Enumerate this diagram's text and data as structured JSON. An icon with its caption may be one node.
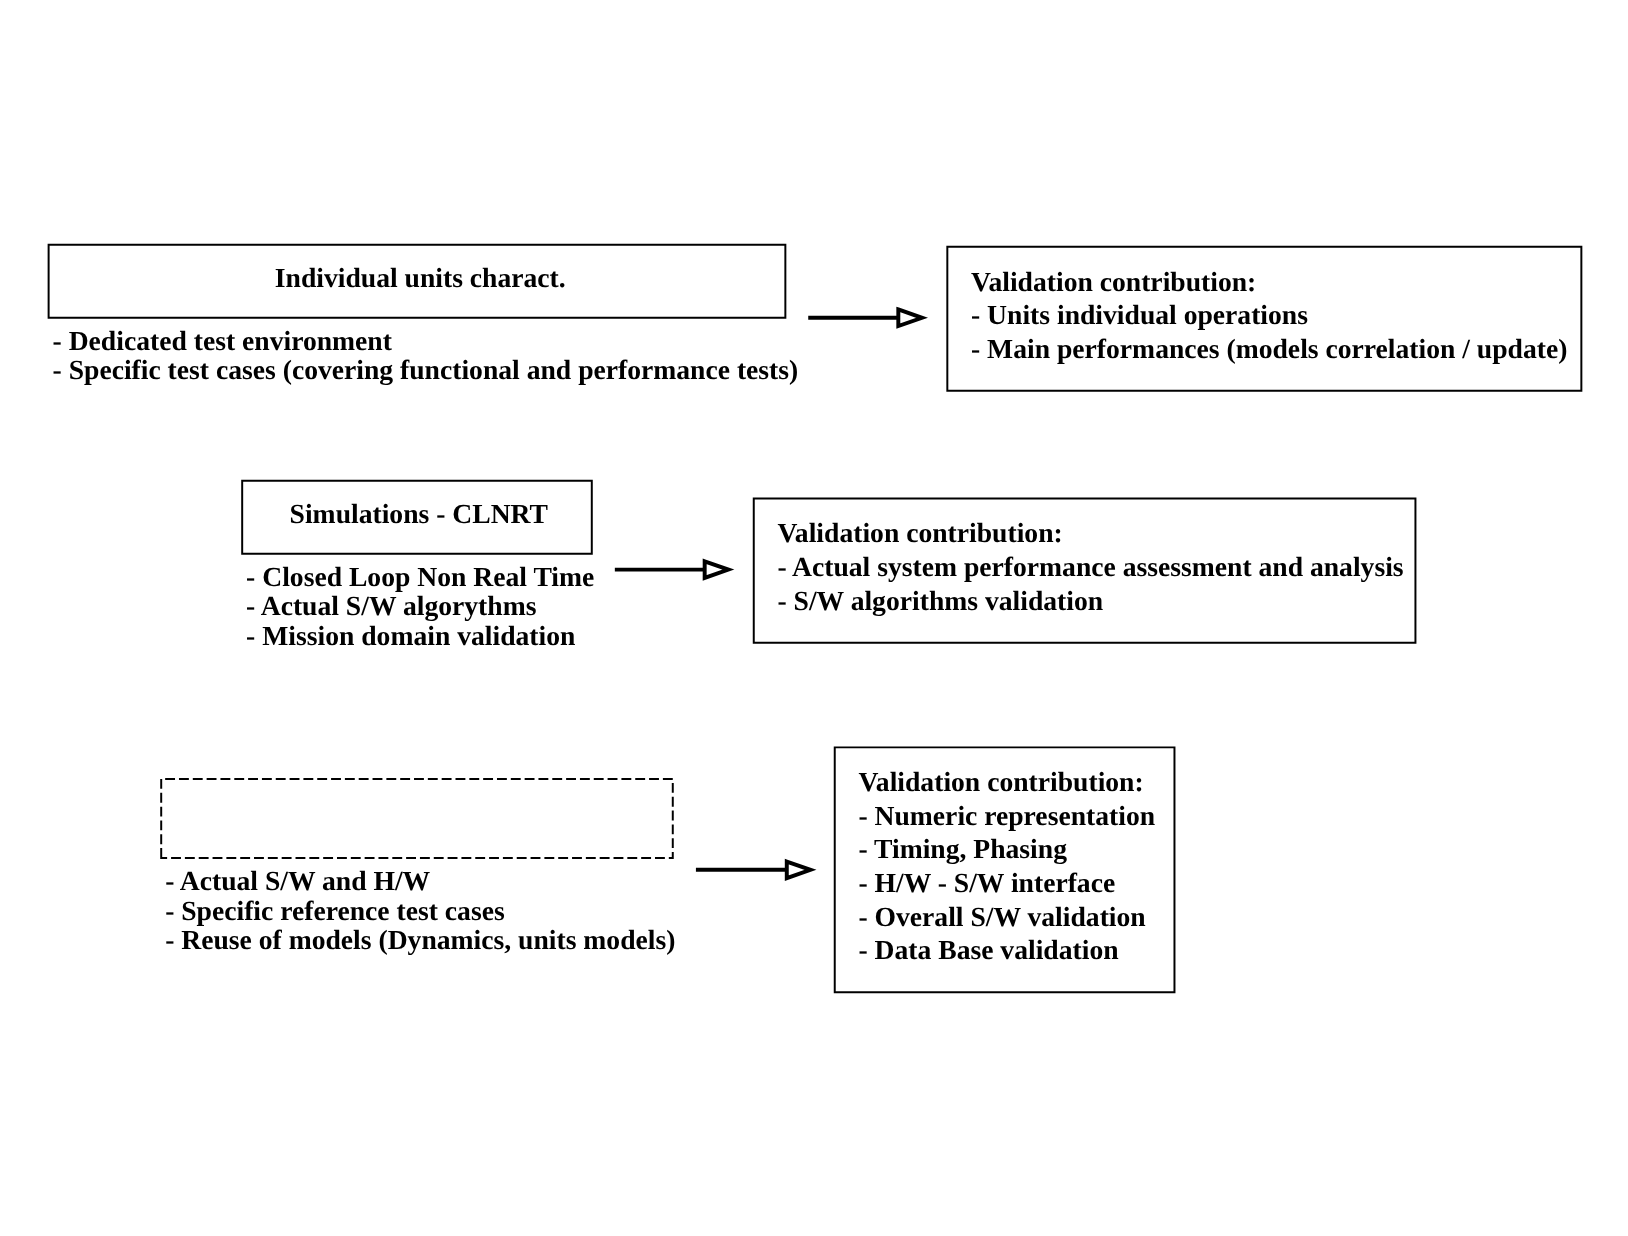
{
  "diagram": {
    "nodes": [
      {
        "text": [
          "Individual units charact."
        ],
        "beside": [
          "- Dedicated test environment",
          "- Specific test cases (covering functional and performance tests)"
        ]
      },
      {
        "text": [
          "Validation contribution:",
          "- Units individual operations",
          "- Main performances (models correlation / update)"
        ]
      },
      {
        "text": [
          "Simulations - CLNRT"
        ],
        "beside": [
          "- Closed Loop Non Real Time",
          "- Actual S/W algorythms",
          "- Mission domain validation"
        ]
      },
      {
        "text": [
          "Validation contribution:",
          "- Actual system performance assessment and analysis",
          "- S/W algorithms validation"
        ]
      },
      {
        "text": [],
        "shape": "box",
        "beside": [
          "- Actual S/W and H/W",
          "- Specific reference test cases",
          "- Reuse of models (Dynamics, units models)"
        ]
      },
      {
        "text": [
          "Validation contribution:",
          "- Numeric representation",
          "- Timing, Phasing",
          "- H/W - S/W interface",
          "- Overall S/W validation",
          "- Data Base validation"
        ]
      }
    ],
    "edges": [
      {
        "from": 0,
        "to": 1,
        "arrow": "to"
      },
      {
        "from": 2,
        "to": 3,
        "arrow": "to"
      },
      {
        "from": 4,
        "to": 5,
        "arrow": "to"
      }
    ]
  }
}
